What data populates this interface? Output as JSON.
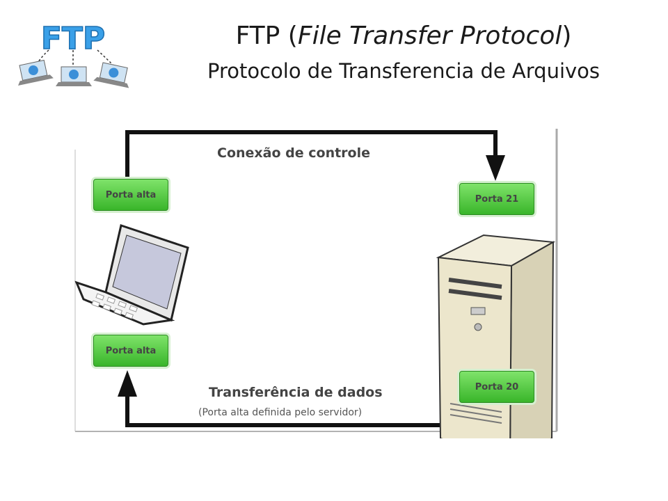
{
  "header": {
    "logo_text": "FTP",
    "title_prefix": "FTP (",
    "title_italic": "File Transfer Protocol",
    "title_suffix": ")",
    "subtitle": "Protocolo de Transferencia de Arquivos"
  },
  "diagram": {
    "control_label": "Conexão de controle",
    "data_label": "Transferência de dados",
    "data_note": "(Porta alta definida pelo servidor)",
    "client_port_top": "Porta alta",
    "client_port_bottom": "Porta alta",
    "server_port_control": "Porta 21",
    "server_port_data": "Porta 20"
  },
  "colors": {
    "port_green": "#39b52a",
    "arrow": "#111111",
    "logo_blue": "#3aa0e8"
  },
  "icons": [
    "ftp-logo-icon",
    "laptop-icon",
    "server-tower-icon",
    "globe-icon"
  ]
}
